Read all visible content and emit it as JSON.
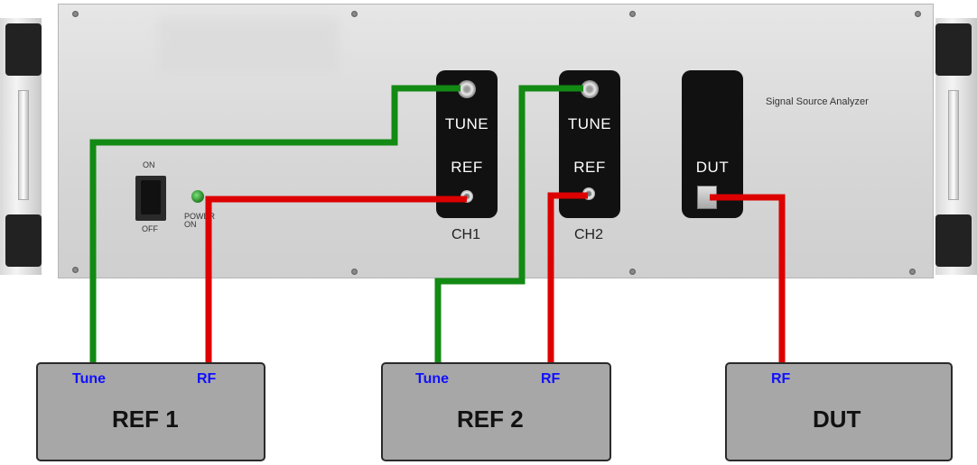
{
  "panel": {
    "brand": "Signal Source Analyzer",
    "power_on_label": "ON",
    "power_off_label": "OFF",
    "led_label": "POWER ON"
  },
  "modules": [
    {
      "tune_label": "TUNE",
      "ref_label": "REF",
      "channel": "CH1"
    },
    {
      "tune_label": "TUNE",
      "ref_label": "REF",
      "channel": "CH2"
    },
    {
      "dut_label": "DUT"
    }
  ],
  "boxes": [
    {
      "name": "REF 1",
      "tune_port": "Tune",
      "rf_port": "RF"
    },
    {
      "name": "REF 2",
      "tune_port": "Tune",
      "rf_port": "RF"
    },
    {
      "name": "DUT",
      "rf_port": "RF"
    }
  ],
  "colors": {
    "tune_wire": "#138a13",
    "rf_wire": "#dd0000",
    "port_text": "#1010ff"
  }
}
